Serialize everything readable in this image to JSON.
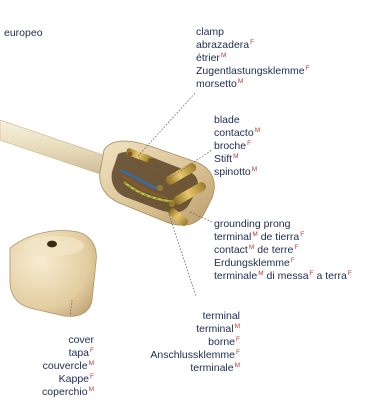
{
  "corner_label": "europeo",
  "callouts": {
    "clamp": [
      {
        "text": "clamp",
        "g": ""
      },
      {
        "text": "abrazadera",
        "g": "F"
      },
      {
        "text": "étrier",
        "g": "M"
      },
      {
        "text": "Zugentlastungsklemme",
        "g": "F"
      },
      {
        "text": "morsetto",
        "g": "M"
      }
    ],
    "blade": [
      {
        "text": "blade",
        "g": ""
      },
      {
        "text": "contacto",
        "g": "M"
      },
      {
        "text": "broche",
        "g": "F"
      },
      {
        "text": "Stift",
        "g": "M"
      },
      {
        "text": "spinotto",
        "g": "M"
      }
    ],
    "grounding": [
      {
        "text": "grounding prong",
        "g": ""
      },
      {
        "text": "terminal",
        "g": "M",
        "rest": " de tierra",
        "g2": "F"
      },
      {
        "text": "contact",
        "g": "M",
        "rest": " de terre",
        "g2": "F"
      },
      {
        "text": "Erdungsklemme",
        "g": "F"
      },
      {
        "text": "terminale",
        "g": "M",
        "rest": " di messa",
        "g2": "F",
        "rest2": " a terra",
        "g3": "F"
      }
    ],
    "terminal": [
      {
        "text": "terminal",
        "g": ""
      },
      {
        "text": "terminal",
        "g": "M"
      },
      {
        "text": "borne",
        "g": "F"
      },
      {
        "text": "Anschlussklemme",
        "g": "F"
      },
      {
        "text": "terminale",
        "g": "M"
      }
    ],
    "cover": [
      {
        "text": "cover",
        "g": ""
      },
      {
        "text": "tapa",
        "g": "F"
      },
      {
        "text": "couvercle",
        "g": "M"
      },
      {
        "text": "Kappe",
        "g": "F"
      },
      {
        "text": "coperchio",
        "g": "M"
      }
    ]
  },
  "colors": {
    "text": "#1e2b50",
    "gender_marker": "#c0392b",
    "leader": "#6a6a6a",
    "plug_body": "#e6d2a8",
    "brass": "#c9a24a",
    "cable": "#efe6cf"
  }
}
